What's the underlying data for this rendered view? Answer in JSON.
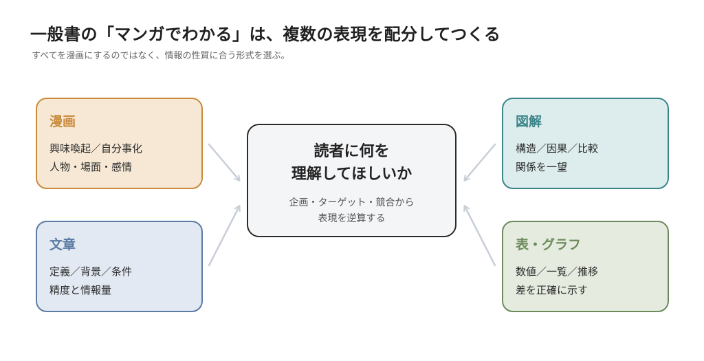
{
  "title": "一般書の「マンガでわかる」は、複数の表現を配分してつくる",
  "subtitle": "すべてを漫画にするのではなく、情報の性質に合う形式を選ぶ。",
  "center": {
    "line1": "読者に何を",
    "line2": "理解してほしいか",
    "sub1": "企画・ターゲット・競合から",
    "sub2": "表現を逆算する"
  },
  "boxes": {
    "manga": {
      "label": "漫画",
      "line1": "興味喚起／自分事化",
      "line2": "人物・場面・感情",
      "color": "#c98a3b",
      "fill": "#f6e8d4"
    },
    "text": {
      "label": "文章",
      "line1": "定義／背景／条件",
      "line2": "精度と情報量",
      "color": "#5a7ba3",
      "fill": "#e2e9f2"
    },
    "figure": {
      "label": "図解",
      "line1": "構造／因果／比較",
      "line2": "関係を一望",
      "color": "#3b8589",
      "fill": "#ddecec"
    },
    "chart": {
      "label": "表・グラフ",
      "line1": "数値／一覧／推移",
      "line2": "差を正確に示す",
      "color": "#6c8a5c",
      "fill": "#e5ebdf"
    }
  },
  "arrow_color": "#c8ced6"
}
